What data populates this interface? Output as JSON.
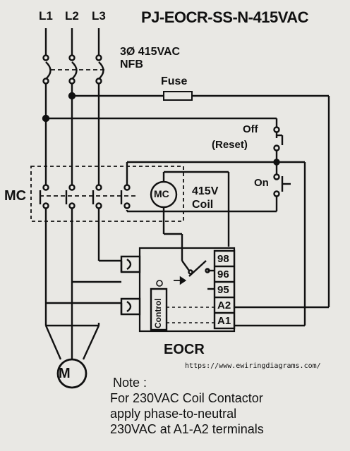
{
  "title": "PJ-EOCR-SS-N-415VAC",
  "phases": [
    "L1",
    "L2",
    "L3"
  ],
  "breaker": {
    "line1": "3Ø 415VAC",
    "line2": "NFB"
  },
  "fuse": "Fuse",
  "stop_button": {
    "line1": "Off",
    "line2": "(Reset)"
  },
  "start_button": "On",
  "contactor": {
    "label": "MC",
    "coil_symbol": "MC",
    "coil_line1": "415V",
    "coil_line2": "Coil"
  },
  "eocr": {
    "label": "EOCR",
    "control_label": "Control",
    "terminals": [
      "98",
      "96",
      "95",
      "A2",
      "A1"
    ]
  },
  "motor": "M",
  "watermark": "https://www.ewiringdiagrams.com/",
  "note": {
    "heading": "Note :",
    "lines": [
      "For 230VAC Coil Contactor",
      "apply phase-to-neutral",
      "230VAC at A1-A2 terminals"
    ]
  }
}
